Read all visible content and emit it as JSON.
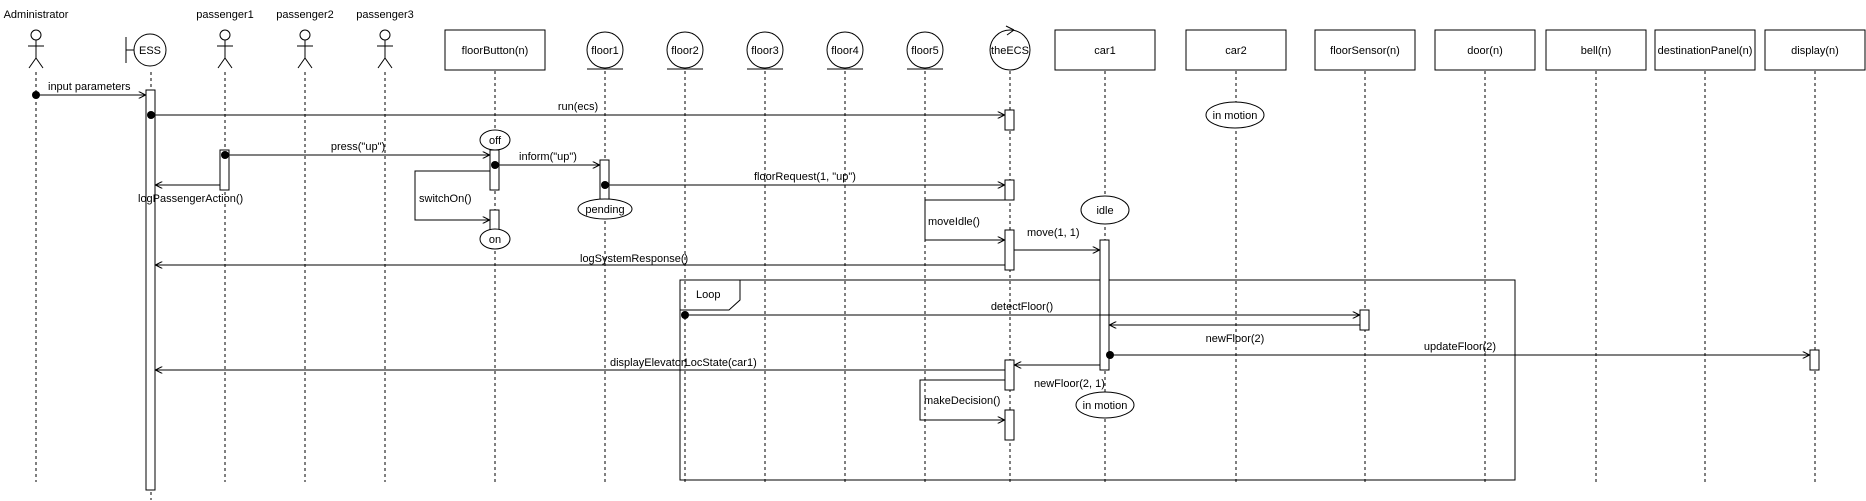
{
  "diagram": {
    "participants": [
      {
        "id": "administrator",
        "label": "Administrator",
        "kind": "actor"
      },
      {
        "id": "ess",
        "label": "ESS",
        "kind": "boundary"
      },
      {
        "id": "passenger1",
        "label": "passenger1",
        "kind": "actor"
      },
      {
        "id": "passenger2",
        "label": "passenger2",
        "kind": "actor"
      },
      {
        "id": "passenger3",
        "label": "passenger3",
        "kind": "actor"
      },
      {
        "id": "floorbutton",
        "label": "floorButton(n)",
        "kind": "box"
      },
      {
        "id": "floor1",
        "label": "floor1",
        "kind": "entity"
      },
      {
        "id": "floor2",
        "label": "floor2",
        "kind": "entity"
      },
      {
        "id": "floor3",
        "label": "floor3",
        "kind": "entity"
      },
      {
        "id": "floor4",
        "label": "floor4",
        "kind": "entity"
      },
      {
        "id": "floor5",
        "label": "floor5",
        "kind": "entity"
      },
      {
        "id": "theecs",
        "label": "theECS",
        "kind": "control"
      },
      {
        "id": "car1",
        "label": "car1",
        "kind": "box"
      },
      {
        "id": "car2",
        "label": "car2",
        "kind": "box"
      },
      {
        "id": "floorsensor",
        "label": "floorSensor(n)",
        "kind": "box"
      },
      {
        "id": "door",
        "label": "door(n)",
        "kind": "box"
      },
      {
        "id": "bell",
        "label": "bell(n)",
        "kind": "box"
      },
      {
        "id": "destinationpanel",
        "label": "destinationPanel(n)",
        "kind": "box"
      },
      {
        "id": "display",
        "label": "display(n)",
        "kind": "box"
      }
    ],
    "messages": [
      {
        "id": "input-parameters",
        "label": "input parameters"
      },
      {
        "id": "run-ecs",
        "label": "run(ecs)"
      },
      {
        "id": "press-up",
        "label": "press(\"up\")"
      },
      {
        "id": "inform-up",
        "label": "inform(\"up\")"
      },
      {
        "id": "log-passenger-action",
        "label": "logPassengerAction()"
      },
      {
        "id": "floor-request",
        "label": "floorRequest(1, \"up\")"
      },
      {
        "id": "switch-on",
        "label": "switchOn()"
      },
      {
        "id": "move-idle",
        "label": "moveIdle()"
      },
      {
        "id": "move",
        "label": "move(1, 1)"
      },
      {
        "id": "log-system-response",
        "label": "logSystemResponse()"
      },
      {
        "id": "detect-floor",
        "label": "detectFloor()"
      },
      {
        "id": "new-floor-sensor",
        "label": "newFloor(2)"
      },
      {
        "id": "update-floor",
        "label": "updateFloor(2)"
      },
      {
        "id": "display-elevator-loc-state",
        "label": "displayElevatorLocState(car1)"
      },
      {
        "id": "new-floor-car",
        "label": "newFloor(2, 1)"
      },
      {
        "id": "make-decision",
        "label": "makeDecision()"
      }
    ],
    "states": [
      {
        "id": "car2-in-motion",
        "label": "in motion"
      },
      {
        "id": "button-off",
        "label": "off"
      },
      {
        "id": "button-on",
        "label": "on"
      },
      {
        "id": "floor1-pending",
        "label": "pending"
      },
      {
        "id": "car1-idle",
        "label": "idle"
      },
      {
        "id": "car1-in-motion",
        "label": "in motion"
      }
    ],
    "fragment": {
      "label": "Loop"
    }
  }
}
